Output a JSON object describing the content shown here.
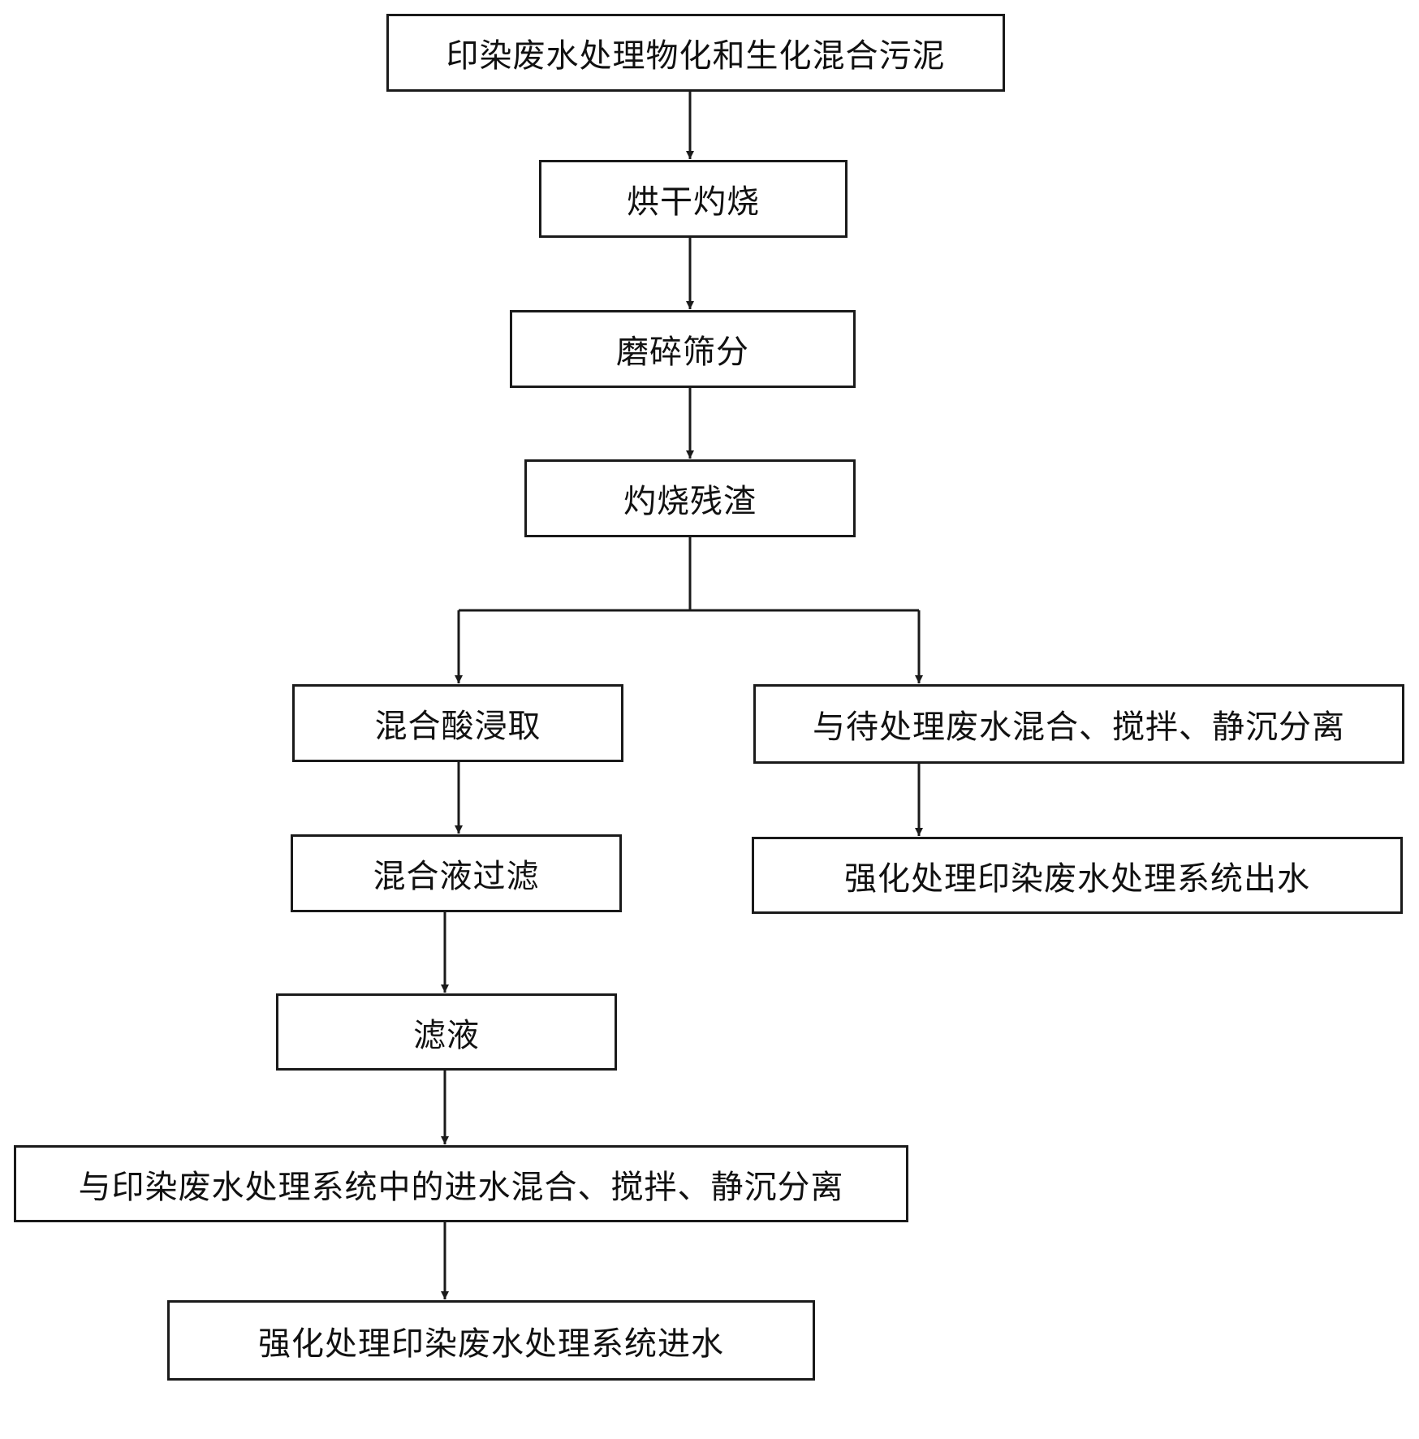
{
  "flowchart": {
    "steps": {
      "mixed_sludge": "印染废水处理物化和生化混合污泥",
      "dry_ignite": "烘干灼烧",
      "grind_sieve": "磨碎筛分",
      "ignition_residue": "灼烧残渣",
      "acid_leach": "混合酸浸取",
      "mix_with_wastewater": "与待处理废水混合、搅拌、静沉分离",
      "filter_mixture": "混合液过滤",
      "enhanced_effluent": "强化处理印染废水处理系统出水",
      "filtrate": "滤液",
      "mix_with_influent": "与印染废水处理系统中的进水混合、搅拌、静沉分离",
      "enhanced_influent": "强化处理印染废水处理系统进水"
    },
    "colors": {
      "line": "#1a1a1a",
      "box_border": "#1a1a1a",
      "text": "#111111",
      "background": "#ffffff"
    }
  }
}
